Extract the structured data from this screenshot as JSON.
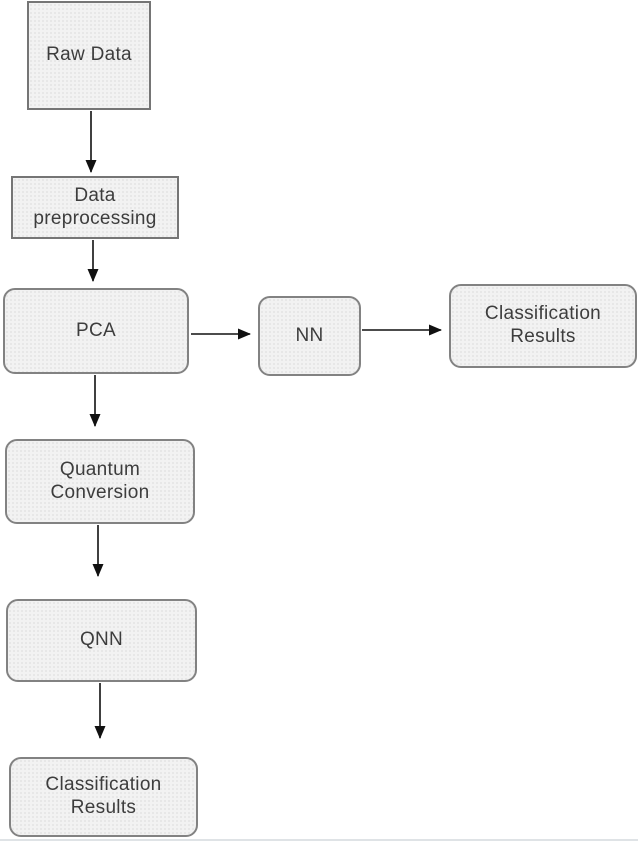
{
  "diagram": {
    "type": "flowchart",
    "nodes": {
      "raw_data": {
        "label": "Raw Data",
        "shape": "rectangle"
      },
      "preprocessing": {
        "label": "Data\npreprocessing",
        "shape": "rectangle"
      },
      "pca": {
        "label": "PCA",
        "shape": "rounded-rectangle"
      },
      "nn": {
        "label": "NN",
        "shape": "rounded-rectangle"
      },
      "classification_top": {
        "label": "Classification\nResults",
        "shape": "rounded-rectangle"
      },
      "quantum_conversion": {
        "label": "Quantum\nConversion",
        "shape": "rounded-rectangle"
      },
      "qnn": {
        "label": "QNN",
        "shape": "rounded-rectangle"
      },
      "classification_bottom": {
        "label": "Classification\nResults",
        "shape": "rounded-rectangle"
      }
    },
    "edges": [
      {
        "from": "raw_data",
        "to": "preprocessing",
        "direction": "down"
      },
      {
        "from": "preprocessing",
        "to": "pca",
        "direction": "down"
      },
      {
        "from": "pca",
        "to": "nn",
        "direction": "right"
      },
      {
        "from": "nn",
        "to": "classification_top",
        "direction": "right"
      },
      {
        "from": "pca",
        "to": "quantum_conversion",
        "direction": "down"
      },
      {
        "from": "quantum_conversion",
        "to": "qnn",
        "direction": "down"
      },
      {
        "from": "qnn",
        "to": "classification_bottom",
        "direction": "down"
      }
    ],
    "colors": {
      "node_fill": "#f2f2f2",
      "node_border": "#757575",
      "rounded_node_border": "#828282",
      "arrow": "#111111",
      "text": "#3d3d3d",
      "background": "#ffffff",
      "bottom_rule": "#dfe3e6"
    }
  }
}
